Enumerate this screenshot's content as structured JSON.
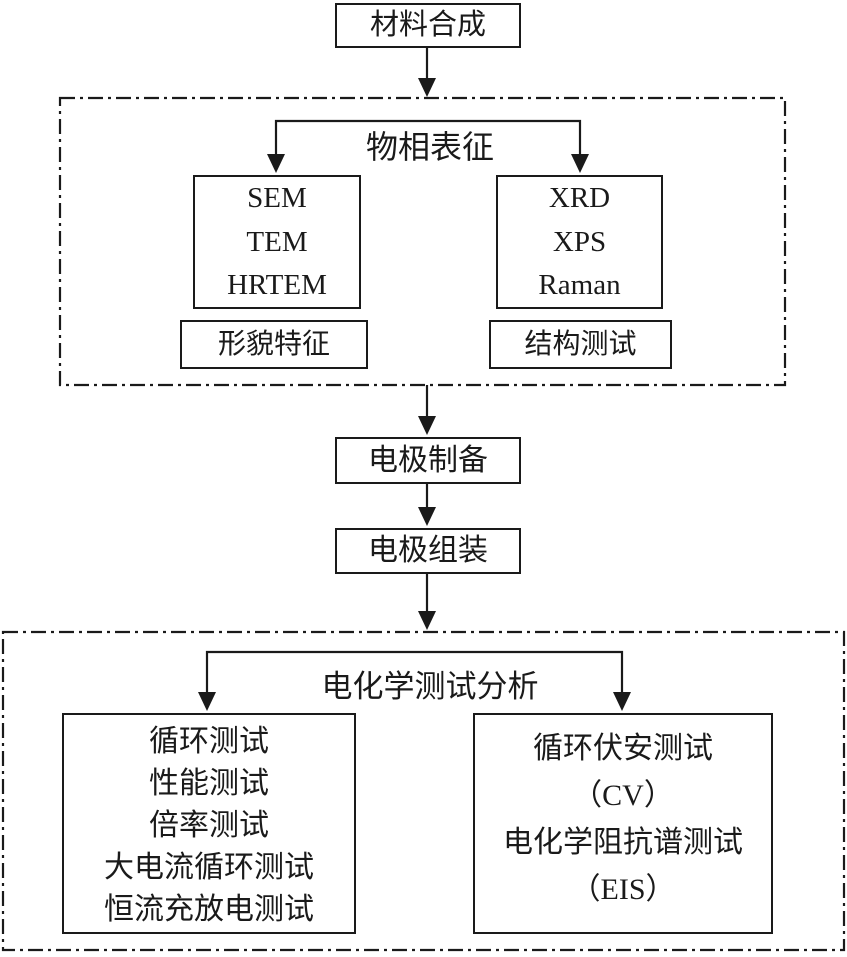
{
  "colors": {
    "ink": "#1a1a1a",
    "background": "#ffffff"
  },
  "flowchart": {
    "material_synthesis": "材料合成",
    "phase_section": {
      "label": "物相表征",
      "morphology_methods": [
        "SEM",
        "TEM",
        "HRTEM"
      ],
      "morphology_label": "形貌特征",
      "structure_methods": [
        "XRD",
        "XPS",
        "Raman"
      ],
      "structure_label": "结构测试"
    },
    "electrode_preparation": "电极制备",
    "electrode_assembly": "电极组装",
    "echem_section": {
      "label": "电化学测试分析",
      "cycle_tests": [
        "循环测试",
        "性能测试",
        "倍率测试",
        "大电流循环测试",
        "恒流充放电测试"
      ],
      "voltammetry_tests": [
        "循环伏安测试",
        "（CV）",
        "电化学阻抗谱测试",
        "（EIS）"
      ]
    }
  }
}
